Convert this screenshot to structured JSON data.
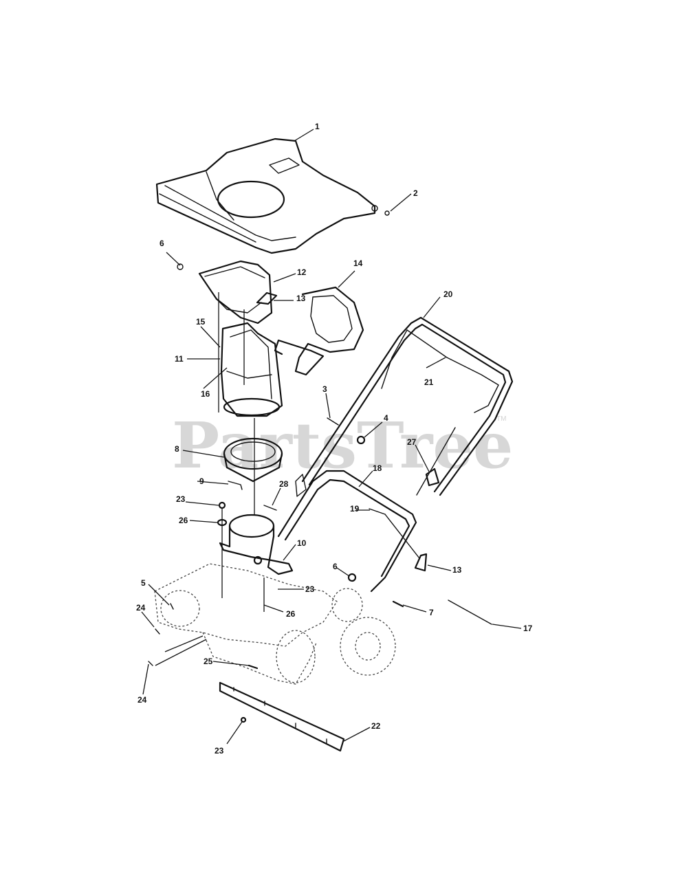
{
  "watermark": {
    "text": "PartsTree",
    "tm": "TM"
  },
  "callouts": [
    {
      "id": "c1",
      "label": "1"
    },
    {
      "id": "c2",
      "label": "2"
    },
    {
      "id": "c3",
      "label": "3"
    },
    {
      "id": "c4",
      "label": "4"
    },
    {
      "id": "c5",
      "label": "5"
    },
    {
      "id": "c6a",
      "label": "6"
    },
    {
      "id": "c6b",
      "label": "6"
    },
    {
      "id": "c7",
      "label": "7"
    },
    {
      "id": "c8",
      "label": "8"
    },
    {
      "id": "c9",
      "label": "9"
    },
    {
      "id": "c10",
      "label": "10"
    },
    {
      "id": "c11",
      "label": "11"
    },
    {
      "id": "c12",
      "label": "12"
    },
    {
      "id": "c13a",
      "label": "13"
    },
    {
      "id": "c13b",
      "label": "13"
    },
    {
      "id": "c14",
      "label": "14"
    },
    {
      "id": "c15",
      "label": "15"
    },
    {
      "id": "c16",
      "label": "16"
    },
    {
      "id": "c17",
      "label": "17"
    },
    {
      "id": "c18",
      "label": "18"
    },
    {
      "id": "c19",
      "label": "19"
    },
    {
      "id": "c20",
      "label": "20"
    },
    {
      "id": "c21",
      "label": "21"
    },
    {
      "id": "c22",
      "label": "22"
    },
    {
      "id": "c23a",
      "label": "23"
    },
    {
      "id": "c23b",
      "label": "23"
    },
    {
      "id": "c23c",
      "label": "23"
    },
    {
      "id": "c24a",
      "label": "24"
    },
    {
      "id": "c24b",
      "label": "24"
    },
    {
      "id": "c25",
      "label": "25"
    },
    {
      "id": "c26a",
      "label": "26"
    },
    {
      "id": "c26b",
      "label": "26"
    },
    {
      "id": "c27",
      "label": "27"
    },
    {
      "id": "c28",
      "label": "28"
    }
  ]
}
